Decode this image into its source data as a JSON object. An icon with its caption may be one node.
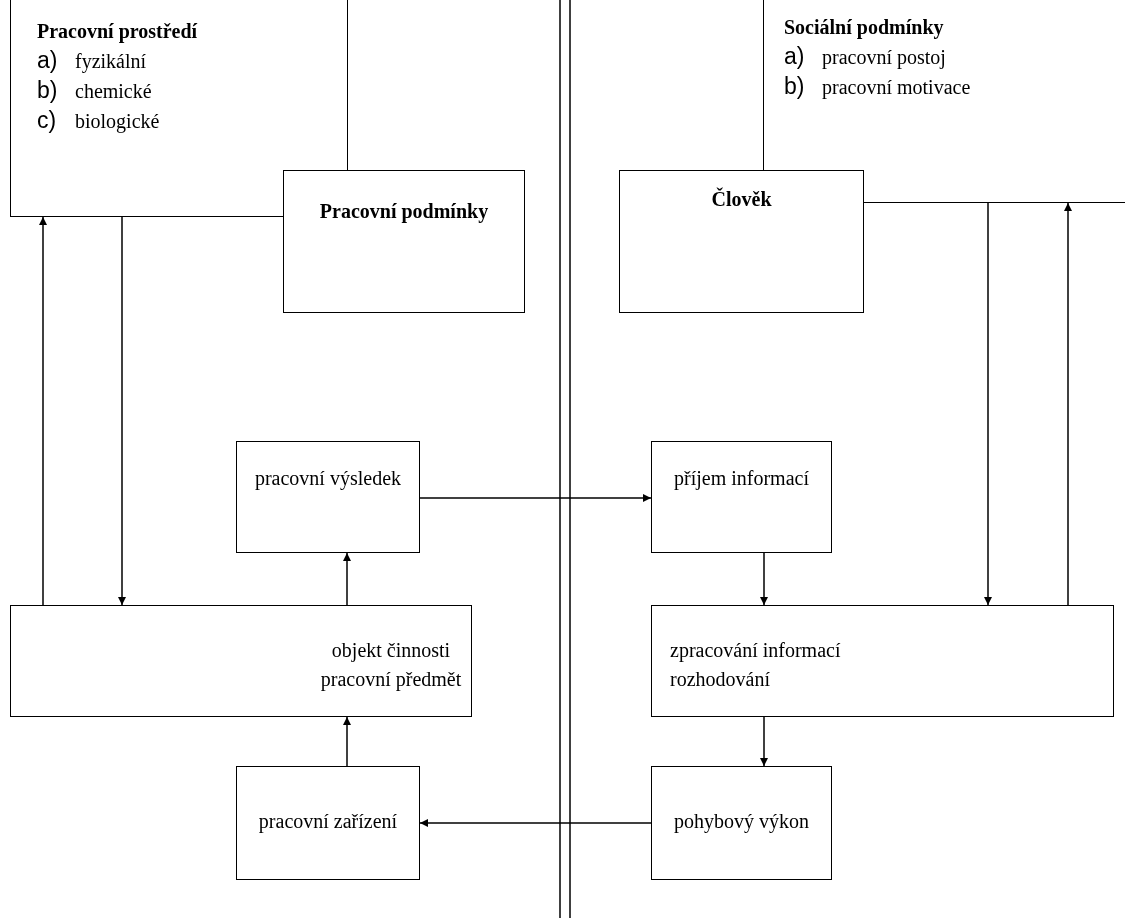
{
  "diagram": {
    "nodes": [
      {
        "text": [
          "Pracovní prostředí",
          "a) fyzikální",
          "b) chemické",
          "c) biologické"
        ]
      },
      {
        "text": [
          "Pracovní podmínky"
        ]
      },
      {
        "text": [
          "Sociální podmínky",
          "a) pracovní postoj",
          "b) pracovní motivace"
        ]
      },
      {
        "text": [
          "Člověk"
        ]
      },
      {
        "text": [
          "pracovní výsledek"
        ]
      },
      {
        "text": [
          "příjem informací"
        ]
      },
      {
        "text": [
          "objekt činnosti",
          "pracovní předmět"
        ]
      },
      {
        "text": [
          "zpracování informací",
          "rozhodování"
        ]
      },
      {
        "text": [
          "pracovní zařízení"
        ]
      },
      {
        "text": [
          "pohybový výkon"
        ]
      }
    ],
    "edges": [
      {
        "from": 6,
        "to": 0,
        "arrow": "to"
      },
      {
        "from": 0,
        "to": 6,
        "arrow": "to"
      },
      {
        "from": 6,
        "to": 4,
        "arrow": "to"
      },
      {
        "from": 4,
        "to": 5,
        "arrow": "to"
      },
      {
        "from": 5,
        "to": 7,
        "arrow": "to"
      },
      {
        "from": 2,
        "to": 7,
        "arrow": "to"
      },
      {
        "from": 7,
        "to": 2,
        "arrow": "to"
      },
      {
        "from": 7,
        "to": 9,
        "arrow": "to"
      },
      {
        "from": 9,
        "to": 8,
        "arrow": "to"
      },
      {
        "from": 8,
        "to": 6,
        "arrow": "to"
      }
    ]
  }
}
